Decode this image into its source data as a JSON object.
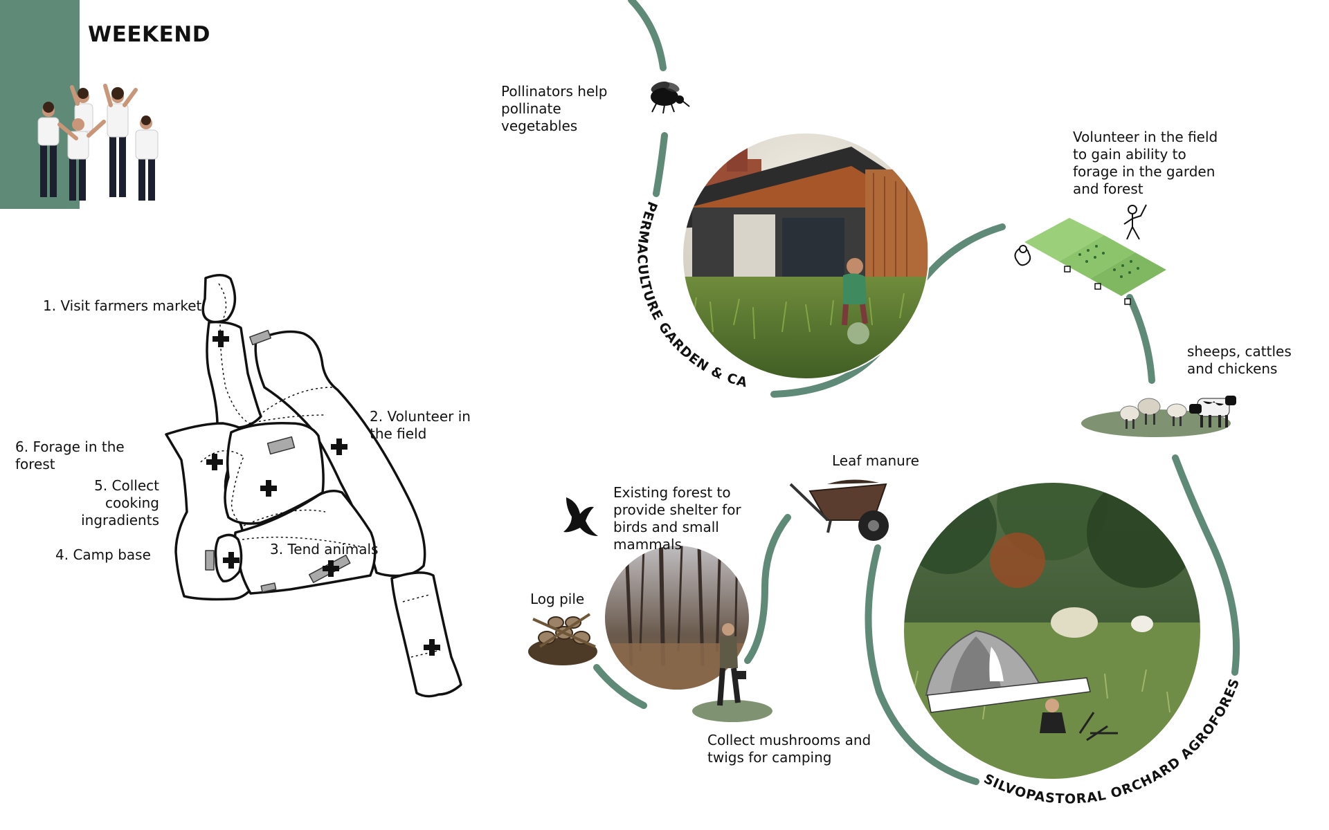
{
  "title": "WEEKEND",
  "colors": {
    "accent": "#5e8a77",
    "ink": "#111111",
    "ground": "#7f9372"
  },
  "map_steps": {
    "s1": "1. Visit farmers market",
    "s2": "2. Volunteer in the field",
    "s3": "3. Tend animals",
    "s4": "4. Camp base",
    "s5": "5. Collect cooking ingradients",
    "s6": "6. Forage in the forest"
  },
  "annotations": {
    "pollinators": "Pollinators help pollinate vegetables",
    "volunteer": "Volunteer in the field to gain ability to forage in the garden and forest",
    "animals": "sheeps, cattles and chickens",
    "leaf_manure": "Leaf manure",
    "existing_forest": "Existing forest to provide shelter for birds and small mammals",
    "log_pile": "Log pile",
    "mushrooms": "Collect mushrooms and twigs for camping"
  },
  "zones": {
    "garden": "PERMACULTURE GARDEN & CAFE",
    "agroforestry": "SILVOPASTORAL ORCHARD AGROFORESTRY"
  },
  "icons": [
    "people-photo",
    "bee-icon",
    "bird-icon",
    "wheelbarrow-icon",
    "log-pile-icon",
    "farmer-icon",
    "sheep-icon",
    "cow-icon",
    "tent-icon",
    "field-plot-icon"
  ]
}
